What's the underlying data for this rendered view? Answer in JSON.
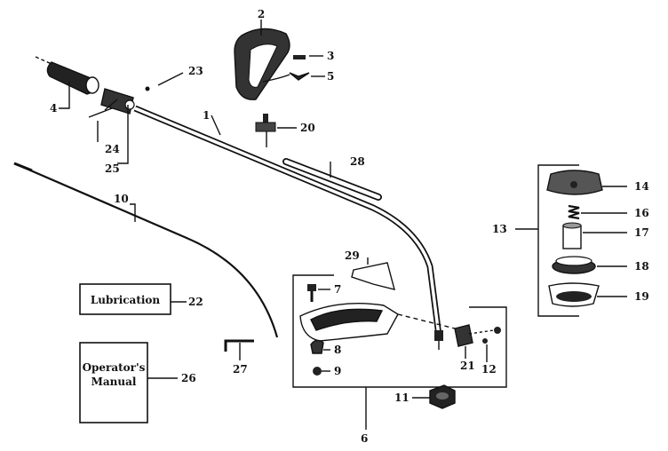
{
  "labels": {
    "p1": "1",
    "p2": "2",
    "p3": "3",
    "p4": "4",
    "p5": "5",
    "p6": "6",
    "p7": "7",
    "p8": "8",
    "p9": "9",
    "p10": "10",
    "p11": "11",
    "p12": "12",
    "p13": "13",
    "p14": "14",
    "p16": "16",
    "p17": "17",
    "p18": "18",
    "p19": "19",
    "p20": "20",
    "p21": "21",
    "p22": "22",
    "p23": "23",
    "p24": "24",
    "p25": "25",
    "p26": "26",
    "p27": "27",
    "p28": "28",
    "p29": "29"
  },
  "boxes": {
    "lubrication": "Lubrication",
    "manual_line1": "Operator's",
    "manual_line2": "Manual"
  }
}
